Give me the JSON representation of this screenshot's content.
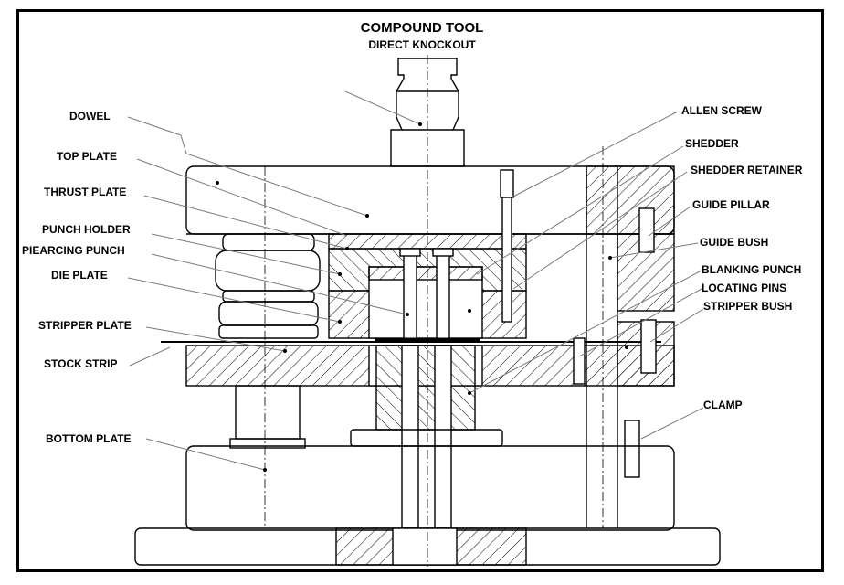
{
  "title": "COMPOUND TOOL",
  "subtitle": "DIRECT KNOCKOUT",
  "labels": {
    "dowel": "DOWEL",
    "top_plate": "TOP PLATE",
    "thrust_plate": "THRUST PLATE",
    "punch_holder": "PUNCH HOLDER",
    "piercing_punch": "PIEARCING  PUNCH",
    "die_plate": "DIE PLATE",
    "stripper_plate": "STRIPPER PLATE",
    "stock_strip": "STOCK STRIP",
    "bottom_plate": "BOTTOM PLATE",
    "allen_screw": "ALLEN SCREW",
    "shedder": "SHEDDER",
    "shedder_retainer": "SHEDDER RETAINER",
    "guide_pillar": "GUIDE PILLAR",
    "guide_bush": "GUIDE BUSH",
    "blanking_punch": "BLANKING PUNCH",
    "locating_pins": "LOCATING PINS",
    "stripper_bush": "STRIPPER BUSH",
    "clamp": "CLAMP"
  },
  "colors": {
    "line": "#000000",
    "leader": "#7a7a7a",
    "background": "#ffffff"
  }
}
